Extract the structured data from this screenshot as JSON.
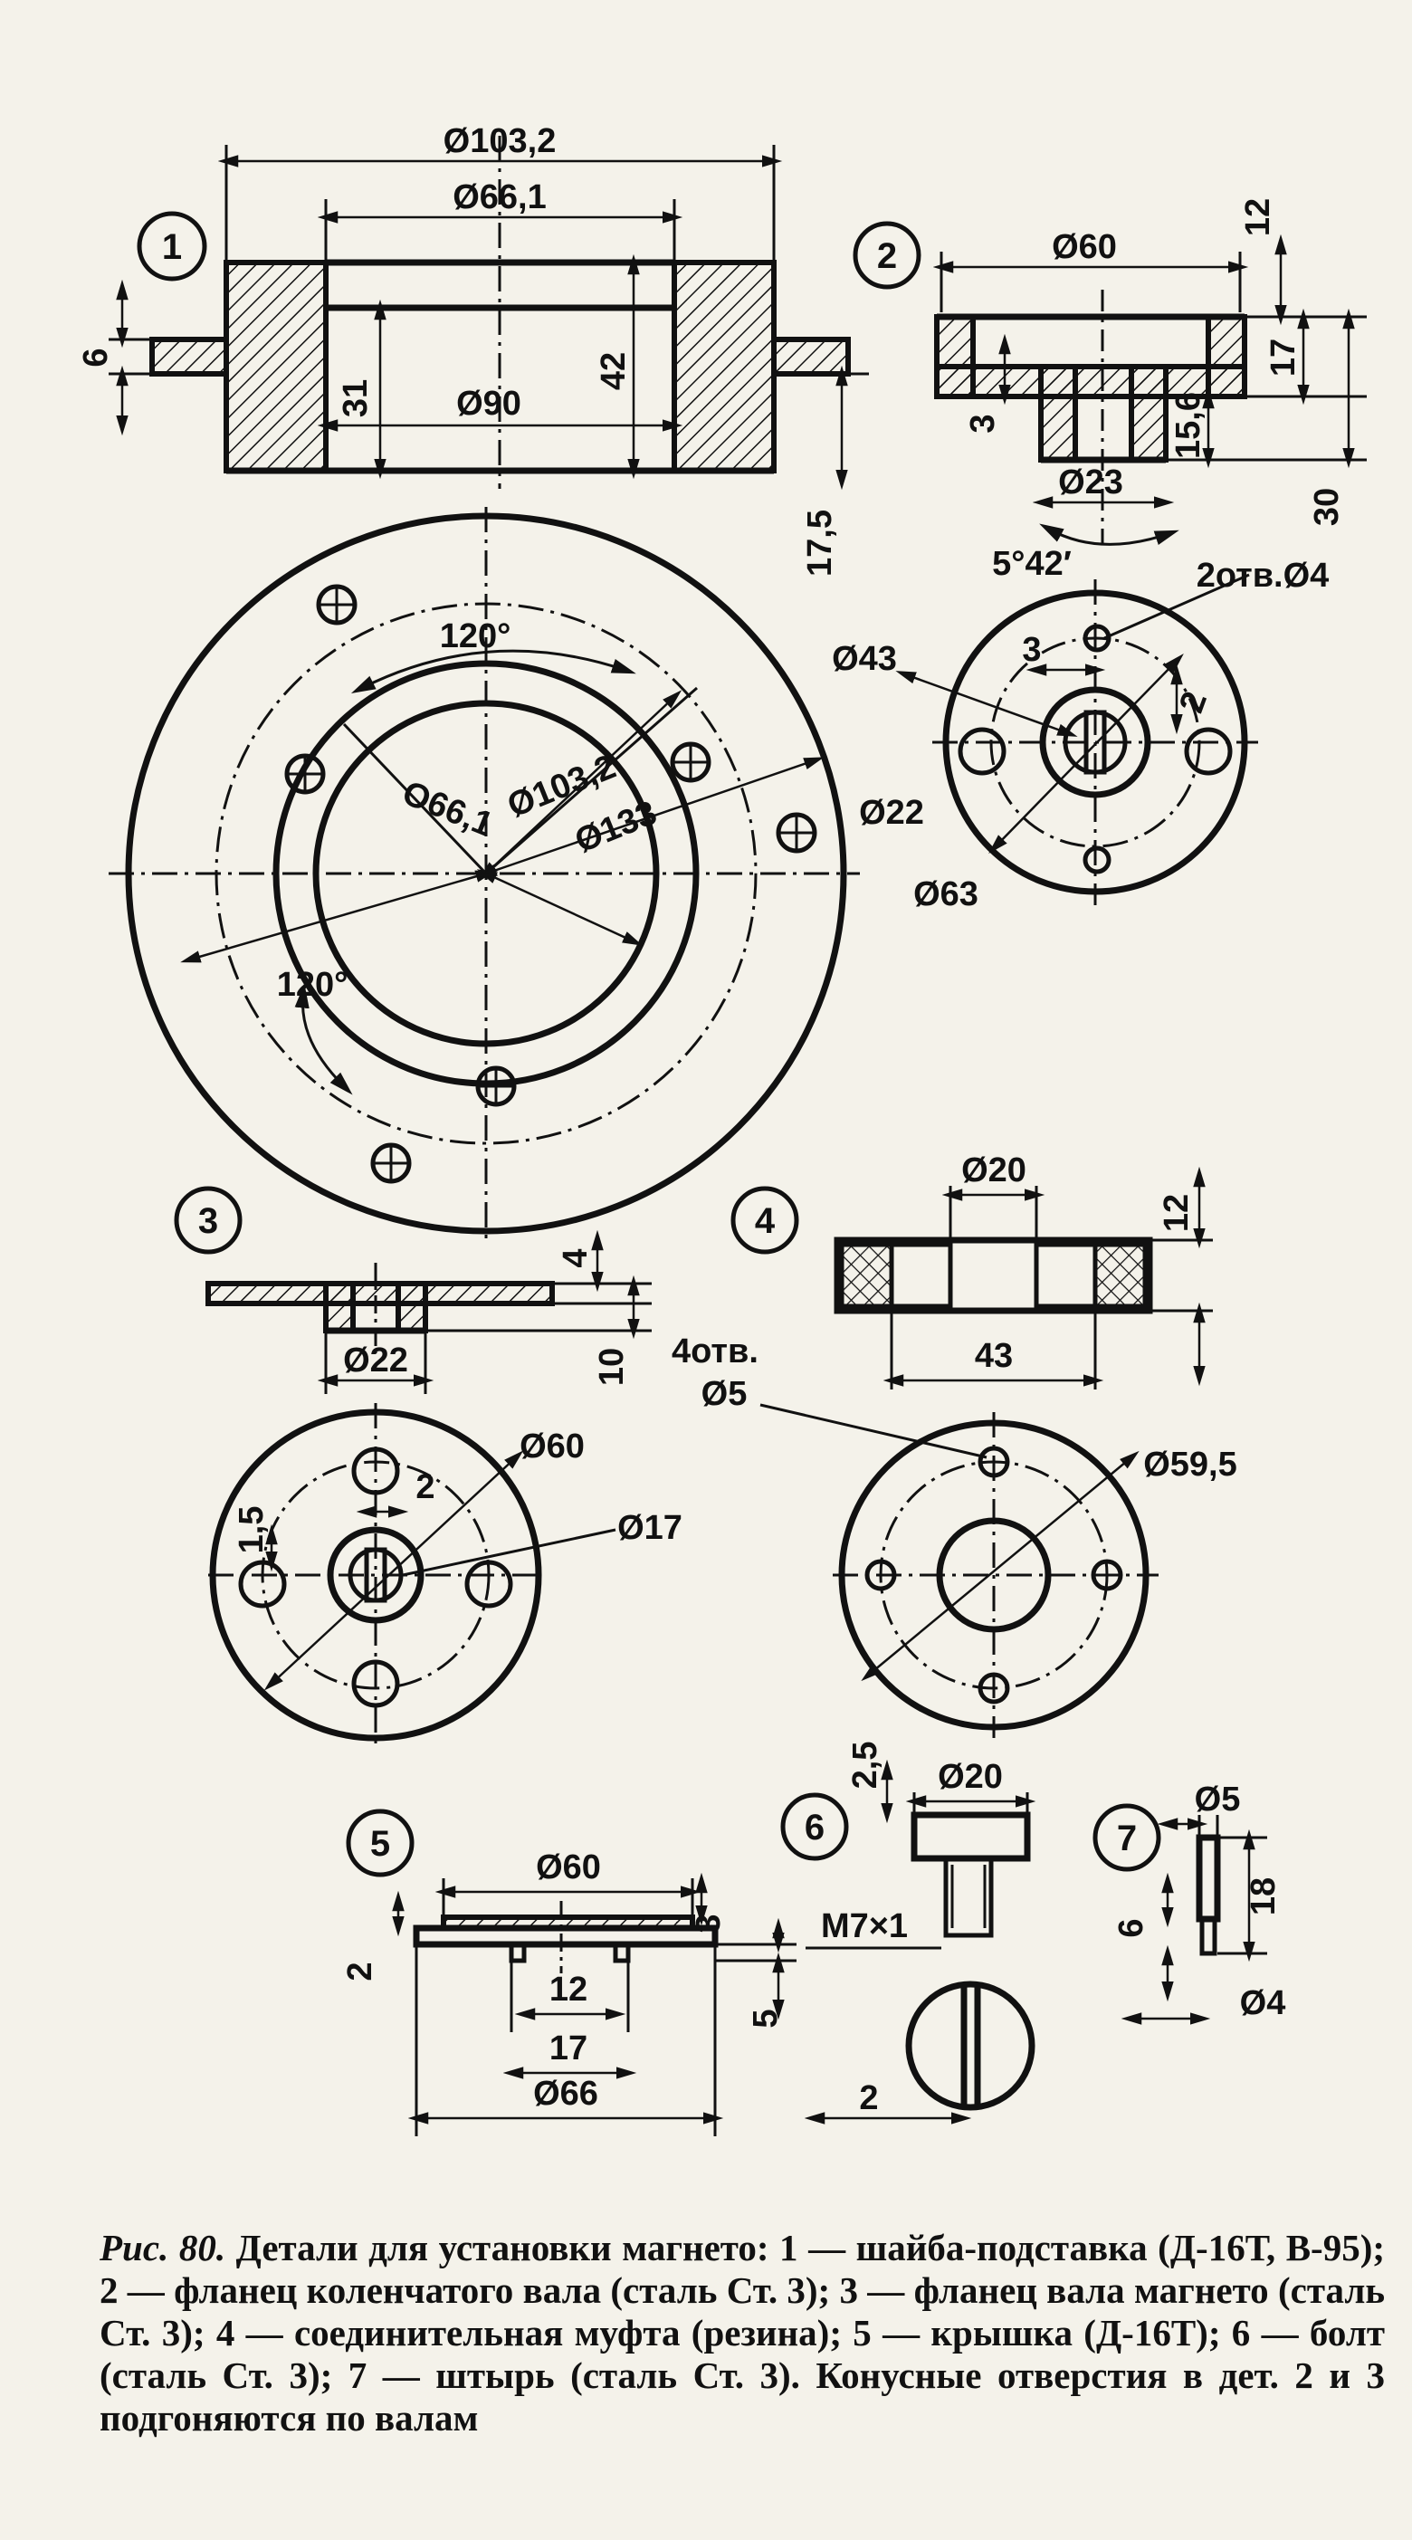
{
  "figure": {
    "fig_label": "Рис. 80.",
    "caption": "Детали для установки магнето: 1 — шайба-подставка (Д-16Т, В-95); 2 — фланец коленчатого вала (сталь Ст. 3); 3 — фланец вала магнето (сталь Ст. 3); 4 — соединительная муфта (резина); 5 — крышка (Д-16Т); 6 — болт (сталь Ст. 3); 7 — штырь (сталь Ст. 3). Конусные отверстия в дет. 2 и 3 подгоняются по валам"
  },
  "parts": {
    "p1": {
      "num": "1",
      "d_outer": "Ø103,2",
      "d_inner": "Ø66,1",
      "d_bore": "Ø90",
      "h1": "31",
      "h2": "42",
      "flange": "6",
      "height": "17,5",
      "angle_top": "120°",
      "angle_bottom": "120°",
      "plan_d1": "O66,1",
      "plan_d2": "Ø103,2",
      "plan_d3": "Ø133"
    },
    "p2": {
      "num": "2",
      "d_top": "Ø60",
      "top_h": "12",
      "h17": "17",
      "h30": "30",
      "h3": "3",
      "h15": "15,6",
      "d_hub": "Ø23",
      "angle": "5°42′",
      "holes": "2отв.Ø4",
      "d43": "Ø43",
      "d22": "Ø22",
      "d63": "Ø63",
      "dim3": "3",
      "dim2": "2"
    },
    "p3": {
      "num": "3",
      "h4": "4",
      "h10": "10",
      "d22": "Ø22",
      "d60": "Ø60",
      "d17": "Ø17",
      "dim2": "2",
      "dim15": "1,5"
    },
    "p4": {
      "num": "4",
      "d20": "Ø20",
      "h12": "12",
      "w43": "43",
      "holes": "4отв.",
      "d5": "Ø5",
      "d595": "Ø59,5"
    },
    "p5": {
      "num": "5",
      "d60": "Ø60",
      "h3": "3",
      "h2": "2",
      "w12": "12",
      "w17": "17",
      "h5": "5",
      "d66": "Ø66"
    },
    "p6": {
      "num": "6",
      "h25": "2,5",
      "d20": "Ø20",
      "thread": "M7×1",
      "w2": "2"
    },
    "p7": {
      "num": "7",
      "d5": "Ø5",
      "h18": "18",
      "h6": "6",
      "d4": "Ø4"
    }
  }
}
